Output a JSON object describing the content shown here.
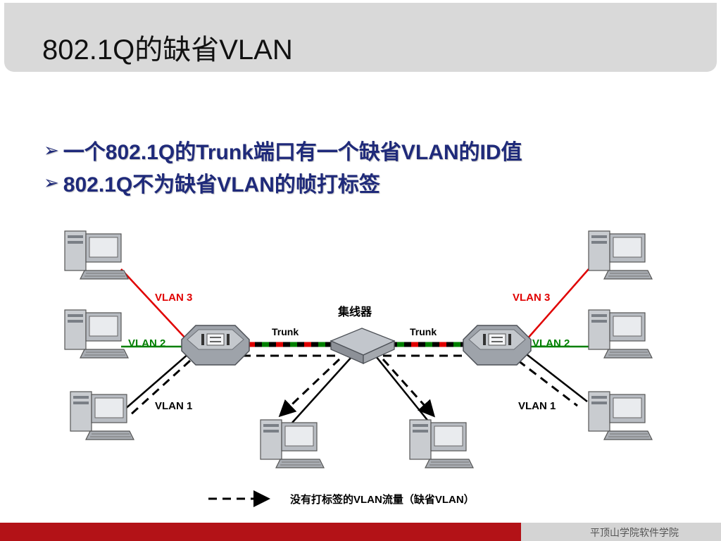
{
  "slide": {
    "title": "802.1Q的缺省VLAN",
    "bullets": [
      {
        "arrow": "➢",
        "text": "一个802.1Q的Trunk端口有一个缺省VLAN的ID值"
      },
      {
        "arrow": "➢",
        "text": "802.1Q不为缺省VLAN的帧打标签"
      }
    ]
  },
  "diagram": {
    "hub_label": "集线器",
    "trunk_left": "Trunk",
    "trunk_right": "Trunk",
    "left_vlan3": "VLAN 3",
    "left_vlan2": "VLAN 2",
    "left_vlan1": "VLAN 1",
    "right_vlan3": "VLAN 3",
    "right_vlan2": "VLAN 2",
    "right_vlan1": "VLAN 1",
    "legend": "没有打标签的VLAN流量（缺省VLAN）",
    "colors": {
      "vlan3": "#e00000",
      "vlan2": "#008000",
      "vlan1": "#000000",
      "title": "#1f2a7a"
    }
  },
  "footer": {
    "text": "平顶山学院软件学院"
  }
}
